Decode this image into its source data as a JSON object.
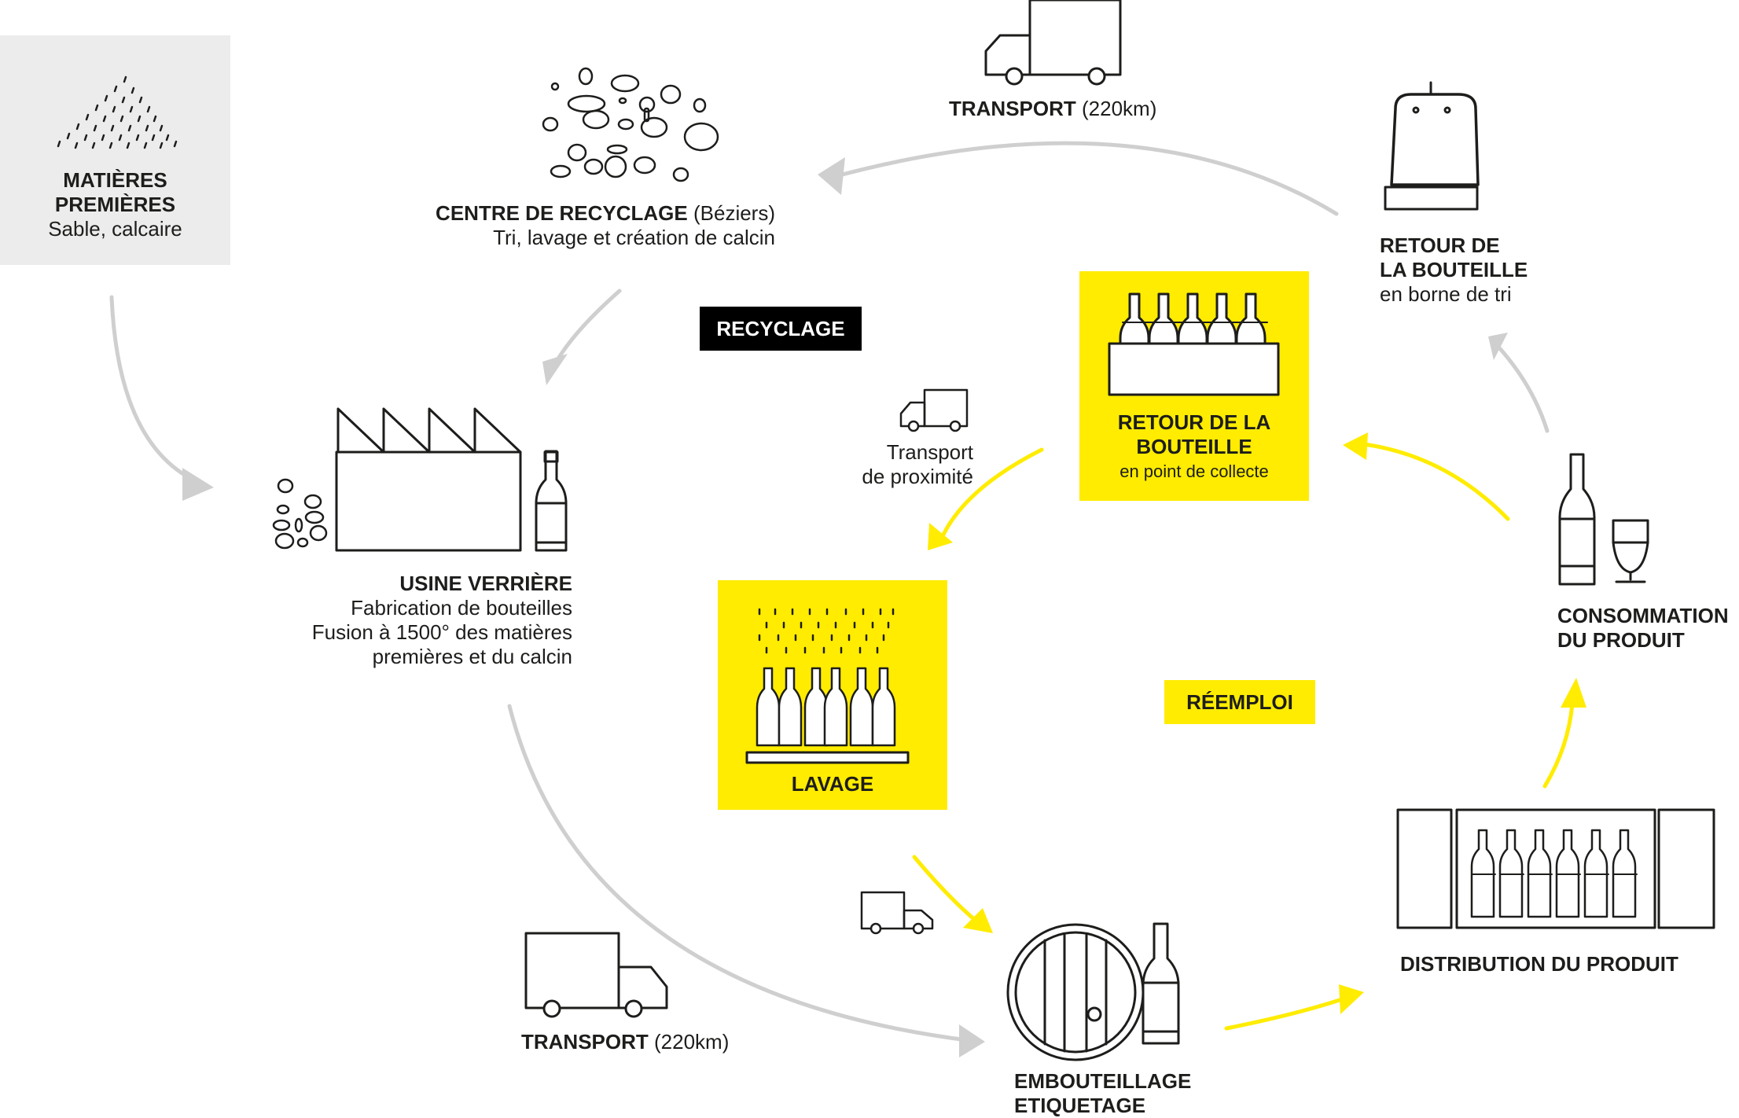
{
  "colors": {
    "yellow": "#ffec00",
    "grey_box": "#ececec",
    "arrow_grey": "#cfcfcf",
    "arrow_yellow": "#ffec00",
    "ink": "#1d1d1b"
  },
  "raw": {
    "title1": "MATIÈRES",
    "title2": "PREMIÈRES",
    "sub": "Sable, calcaire"
  },
  "recycling_center": {
    "title": "CENTRE DE RECYCLAGE",
    "city": "(Béziers)",
    "sub": "Tri, lavage et création de calcin"
  },
  "transport_top": {
    "title": "TRANSPORT",
    "dist": "(220km)"
  },
  "return_bin": {
    "title1": "RETOUR DE",
    "title2": "LA BOUTEILLE",
    "sub": "en borne de tri"
  },
  "recyclage_badge": "RECYCLAGE",
  "reemploi_badge": "RÉEMPLOI",
  "return_collect": {
    "title1": "RETOUR DE LA",
    "title2": "BOUTEILLE",
    "sub": "en point de collecte"
  },
  "local_transport": {
    "line1": "Transport",
    "line2": "de proximité"
  },
  "factory": {
    "title": "USINE VERRIÈRE",
    "line1": "Fabrication de bouteilles",
    "line2": "Fusion à 1500° des matières",
    "line3": "premières et du calcin"
  },
  "washing": {
    "title": "LAVAGE"
  },
  "consumption": {
    "title1": "CONSOMMATION",
    "title2": "DU PRODUIT"
  },
  "distribution": {
    "title": "DISTRIBUTION DU PRODUIT"
  },
  "transport_bottom": {
    "title": "TRANSPORT",
    "dist": "(220km)"
  },
  "bottling": {
    "title1": "EMBOUTEILLAGE",
    "title2": "ETIQUETAGE"
  },
  "icons": [
    "sand-pile-icon",
    "pebbles-icon",
    "truck-icon",
    "recycling-bin-icon",
    "factory-icon",
    "bottle-icon",
    "crate-bottles-icon",
    "washing-bottles-icon",
    "wine-glass-icon",
    "store-shelf-icon",
    "barrel-icon"
  ]
}
